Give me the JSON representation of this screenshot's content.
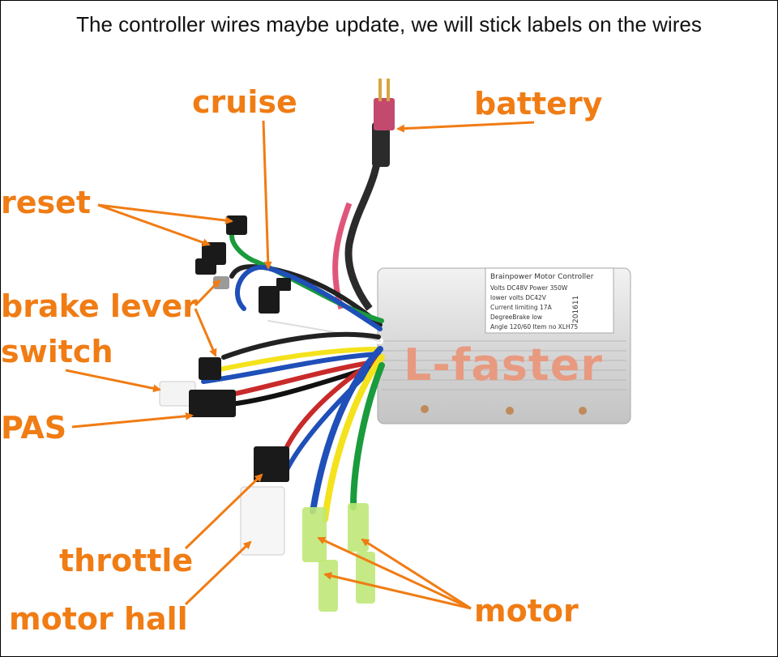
{
  "banner": "The controller wires maybe update, we will stick labels on the wires",
  "labels": {
    "cruise": "cruise",
    "battery": "battery",
    "reset": "reset",
    "brake_lever": "brake lever",
    "switch": "switch",
    "pas": "PAS",
    "throttle": "throttle",
    "motor_hall": "motor hall",
    "motor": "motor"
  },
  "controller": {
    "brand": "L-faster",
    "plate_title": "Brainpower Motor Controller",
    "plate_lines": [
      "Volts DC48V    Power 350W",
      "lower volts DC42V",
      "Current limiting 17A",
      "DegreeBrake low",
      "Angle 120/60 Item no XLH75"
    ],
    "serial": "201611"
  },
  "colors": {
    "label": "#f07c14",
    "arrow": "#f07c14",
    "housing": "#dcdcdc"
  }
}
